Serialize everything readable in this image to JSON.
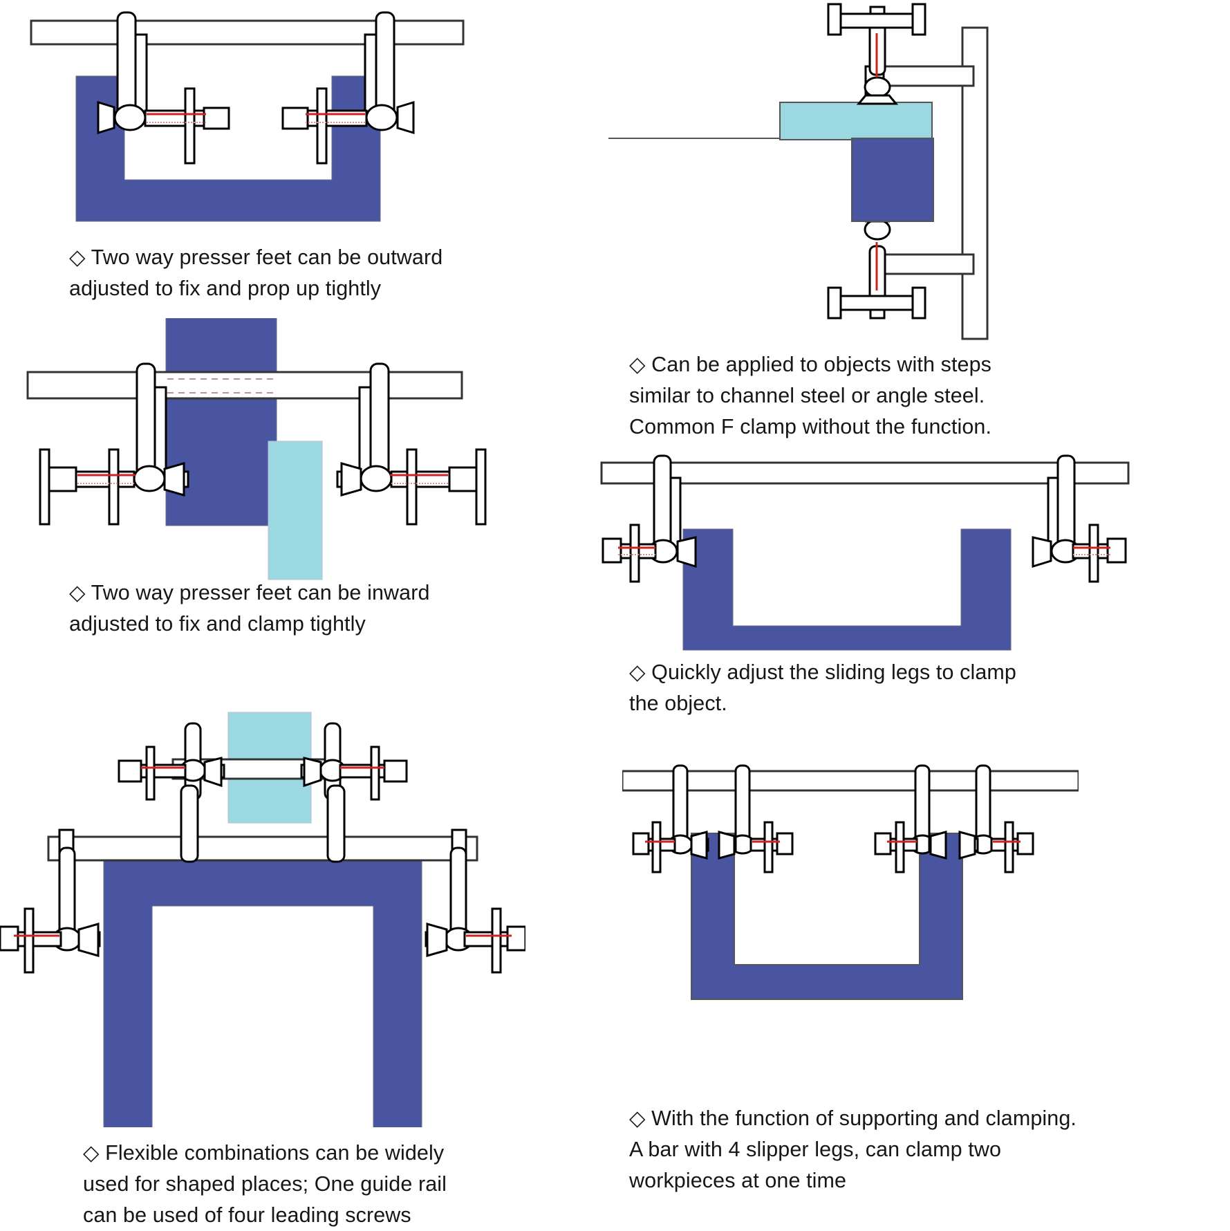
{
  "document": {
    "title": "F Clamp Feature Illustration Sheet",
    "bullet_glyph": "◇"
  },
  "colors": {
    "workpiece_dark_blue": "#4a55a2",
    "workpiece_light_blue": "#9bd8e2",
    "clamp_outline": "#000000",
    "screw_thread_red": "#cc2222",
    "background": "#ffffff",
    "text": "#161616"
  },
  "panels": [
    {
      "id": "two-way-outward",
      "column": "left",
      "figure_name": "u-channel-outward-clamp-diagram",
      "figure_description": "A horizontal guide rail bar with two downward sliding legs pressing outward against the inner walls of a dark blue U shaped channel workpiece; each leg carries a horizontal lead screw with a T handle.",
      "workpiece_shape": "U-channel",
      "workpiece_color": "#4a55a2",
      "clamp_count": 2,
      "caption_lines": [
        "◇ Two way presser feet can be outward",
        "adjusted to fix and prop up tightly"
      ],
      "caption": "◇ Two way presser feet can be outward\nadjusted to fix and prop up tightly"
    },
    {
      "id": "two-way-inward",
      "column": "left",
      "figure_name": "inward-clamp-diagram",
      "figure_description": "A horizontal guide rail with two sliding legs squeezing inward onto a dark blue rectangular workpiece stacked with a light blue rectangular workpiece; each leg has a lead screw with a T handle on the outside.",
      "workpiece_shape": "rectangular-block",
      "workpiece_color": "#4a55a2",
      "secondary_workpiece_color": "#9bd8e2",
      "clamp_count": 2,
      "caption_lines": [
        "◇ Two way presser feet can be inward",
        "adjusted to fix and clamp tightly"
      ],
      "caption": "◇ Two way presser feet can be inward\nadjusted to fix and clamp tightly"
    },
    {
      "id": "flexible-combination",
      "column": "left",
      "figure_name": "four-leading-screw-combination-diagram",
      "figure_description": "Two stacked guide rails: an upper short rail with two legs clamping a light blue block, and a lower long rail with four legs; a dark blue inverted U shaped workpiece is held below by the outer legs.",
      "workpiece_shape": "inverted-U",
      "workpiece_color": "#4a55a2",
      "secondary_workpiece_color": "#9bd8e2",
      "clamp_count": 4,
      "caption_lines": [
        "◇ Flexible combinations can be widely",
        "used for shaped places; One guide rail",
        "can be used of four leading screws"
      ],
      "caption": "◇ Flexible combinations can be widely\nused for shaped places; One guide rail\ncan be used of four leading screws"
    },
    {
      "id": "stepped-objects",
      "column": "right",
      "figure_name": "stepped-object-clamp-diagram",
      "figure_description": "A vertical guide rail with two arms clamping from above and below onto a stepped object; a dark blue L shaped plate with a light blue block resting on its upper step, gripped by vertical lead screws with T handles.",
      "workpiece_shape": "stepped-L-plate",
      "workpiece_color": "#4a55a2",
      "secondary_workpiece_color": "#9bd8e2",
      "clamp_count": 2,
      "caption_lines": [
        "◇ Can be applied to objects with steps",
        "similar to channel steel or angle steel.",
        "Common F clamp  without the function."
      ],
      "caption": "◇ Can be applied to objects with steps\nsimilar to channel steel or angle steel.\nCommon F clamp  without the function."
    },
    {
      "id": "sliding-legs",
      "column": "right",
      "figure_name": "sliding-legs-clamp-diagram",
      "figure_description": "A long horizontal guide rail with two sliding legs whose lead screws press inward from the outside onto the two upright arms of a dark blue U shaped channel workpiece.",
      "workpiece_shape": "U-channel",
      "workpiece_color": "#4a55a2",
      "clamp_count": 2,
      "caption_lines": [
        "◇ Quickly adjust the sliding legs to clamp",
        "the object."
      ],
      "caption": "◇ Quickly adjust the sliding legs to clamp\nthe object."
    },
    {
      "id": "four-slipper-legs",
      "column": "right",
      "figure_name": "four-slipper-legs-diagram",
      "figure_description": "One guide rail carrying four sliding legs; the inner pair supports and the outer pair clamps a dark blue stepped channel workpiece, demonstrating clamping two workpieces at one time.",
      "workpiece_shape": "stepped-channel",
      "workpiece_color": "#4a55a2",
      "clamp_count": 4,
      "caption_lines": [
        "◇ With the function of supporting and clamping.",
        "A bar with 4 slipper legs, can clamp two",
        "workpieces at one time"
      ],
      "caption": "◇ With the function of supporting and clamping.\nA bar with 4 slipper legs, can clamp two\nworkpieces at one time"
    }
  ]
}
